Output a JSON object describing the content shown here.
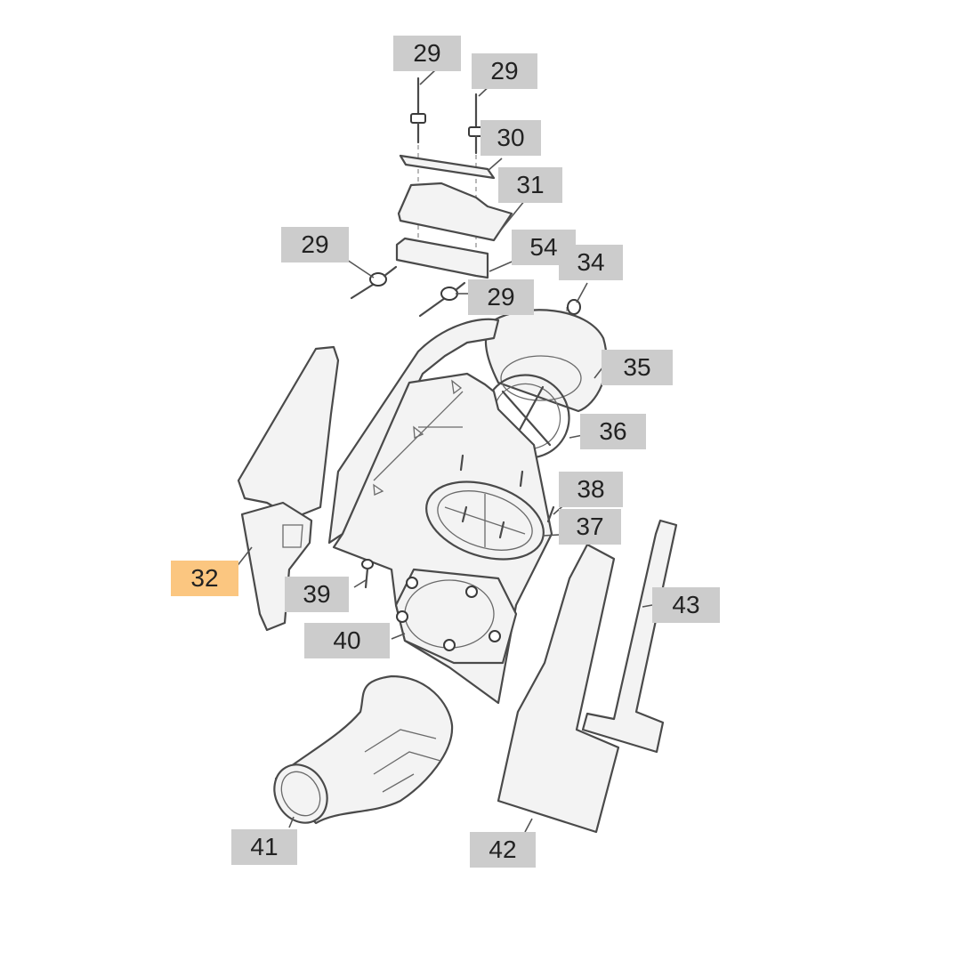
{
  "diagram": {
    "highlight_color": "#fbc680",
    "label_color": "#cccccc",
    "line_color": "#4a4a4a",
    "callouts": [
      {
        "id": "c29a",
        "text": "29"
      },
      {
        "id": "c29b",
        "text": "29"
      },
      {
        "id": "c30",
        "text": "30"
      },
      {
        "id": "c31",
        "text": "31"
      },
      {
        "id": "c29c",
        "text": "29"
      },
      {
        "id": "c54",
        "text": "54"
      },
      {
        "id": "c34",
        "text": "34"
      },
      {
        "id": "c29d",
        "text": "29"
      },
      {
        "id": "c35",
        "text": "35"
      },
      {
        "id": "c36",
        "text": "36"
      },
      {
        "id": "c38",
        "text": "38"
      },
      {
        "id": "c37",
        "text": "37"
      },
      {
        "id": "c32",
        "text": "32",
        "highlighted": true
      },
      {
        "id": "c39",
        "text": "39"
      },
      {
        "id": "c43",
        "text": "43"
      },
      {
        "id": "c40",
        "text": "40"
      },
      {
        "id": "c41",
        "text": "41"
      },
      {
        "id": "c42",
        "text": "42"
      }
    ]
  }
}
